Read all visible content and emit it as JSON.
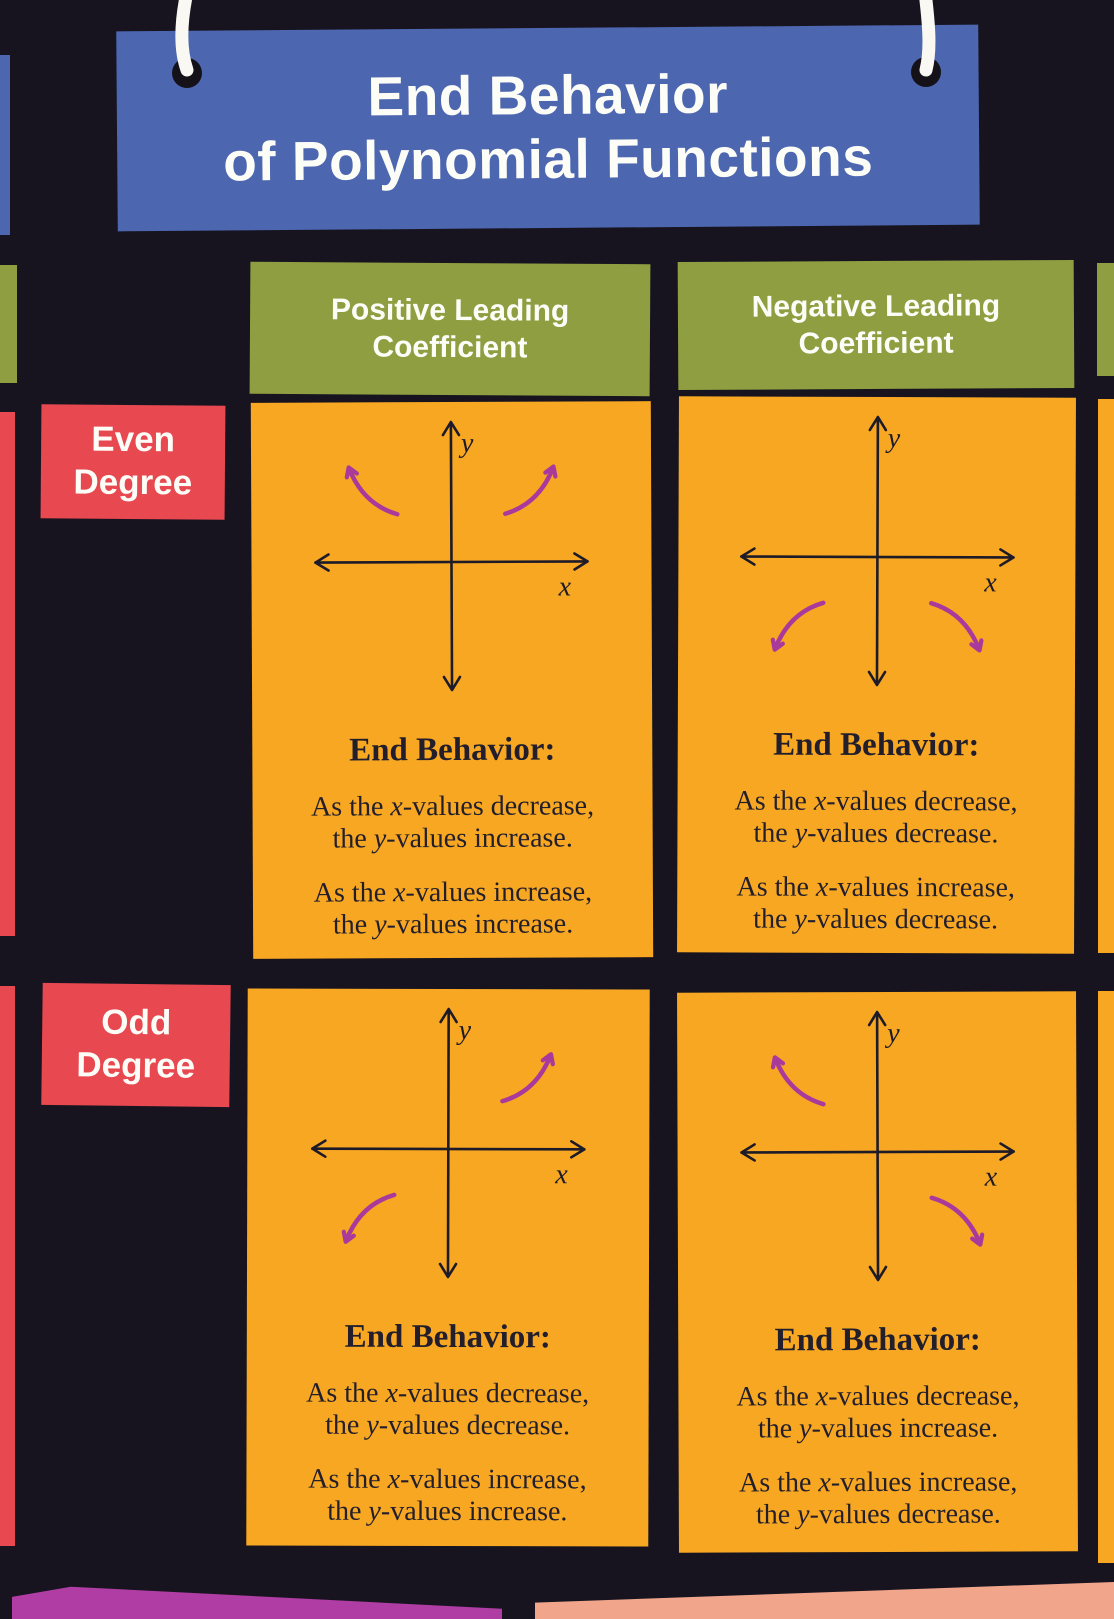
{
  "poster": {
    "title_line1": "End Behavior",
    "title_line2": "of Polynomial Functions"
  },
  "column_headers": [
    {
      "line1": "Positive Leading",
      "line2": "Coefficient"
    },
    {
      "line1": "Negative Leading",
      "line2": "Coefficient"
    }
  ],
  "row_labels": [
    {
      "line1": "Even",
      "line2": "Degree"
    },
    {
      "line1": "Odd",
      "line2": "Degree"
    }
  ],
  "cards": [
    {
      "row": "Even Degree",
      "column": "Positive Leading Coefficient",
      "graph": {
        "x_label": "x",
        "y_label": "y",
        "arrows": [
          "upper-left",
          "upper-right"
        ]
      },
      "heading": "End Behavior:",
      "statements": [
        {
          "p1": "As the ",
          "v1": "x",
          "p2": "-values decrease,",
          "p3": "the ",
          "v2": "y",
          "p4": "-values increase."
        },
        {
          "p1": "As the ",
          "v1": "x",
          "p2": "-values increase,",
          "p3": "the ",
          "v2": "y",
          "p4": "-values increase."
        }
      ]
    },
    {
      "row": "Even Degree",
      "column": "Negative Leading Coefficient",
      "graph": {
        "x_label": "x",
        "y_label": "y",
        "arrows": [
          "lower-left",
          "lower-right"
        ]
      },
      "heading": "End Behavior:",
      "statements": [
        {
          "p1": "As the ",
          "v1": "x",
          "p2": "-values decrease,",
          "p3": "the ",
          "v2": "y",
          "p4": "-values decrease."
        },
        {
          "p1": "As the ",
          "v1": "x",
          "p2": "-values increase,",
          "p3": "the ",
          "v2": "y",
          "p4": "-values decrease."
        }
      ]
    },
    {
      "row": "Odd Degree",
      "column": "Positive Leading Coefficient",
      "graph": {
        "x_label": "x",
        "y_label": "y",
        "arrows": [
          "upper-right",
          "lower-left"
        ]
      },
      "heading": "End Behavior:",
      "statements": [
        {
          "p1": "As the ",
          "v1": "x",
          "p2": "-values decrease,",
          "p3": "the ",
          "v2": "y",
          "p4": "-values decrease."
        },
        {
          "p1": "As the ",
          "v1": "x",
          "p2": "-values increase,",
          "p3": "the ",
          "v2": "y",
          "p4": "-values increase."
        }
      ]
    },
    {
      "row": "Odd Degree",
      "column": "Negative Leading Coefficient",
      "graph": {
        "x_label": "x",
        "y_label": "y",
        "arrows": [
          "upper-left",
          "lower-right"
        ]
      },
      "heading": "End Behavior:",
      "statements": [
        {
          "p1": "As the ",
          "v1": "x",
          "p2": "-values decrease,",
          "p3": "the ",
          "v2": "y",
          "p4": "-values increase."
        },
        {
          "p1": "As the ",
          "v1": "x",
          "p2": "-values increase,",
          "p3": "the ",
          "v2": "y",
          "p4": "-values decrease."
        }
      ]
    }
  ],
  "colors": {
    "background": "#171420",
    "banner_blue": "#4d66b0",
    "header_green": "#8e9e40",
    "label_red": "#e84850",
    "card_orange": "#f7a722",
    "arrow_purple": "#a93a9c",
    "ink": "#221e2b",
    "cord_white": "#faf8f2",
    "bottom_purple": "#b03da4",
    "bottom_peach": "#f1a68c"
  }
}
